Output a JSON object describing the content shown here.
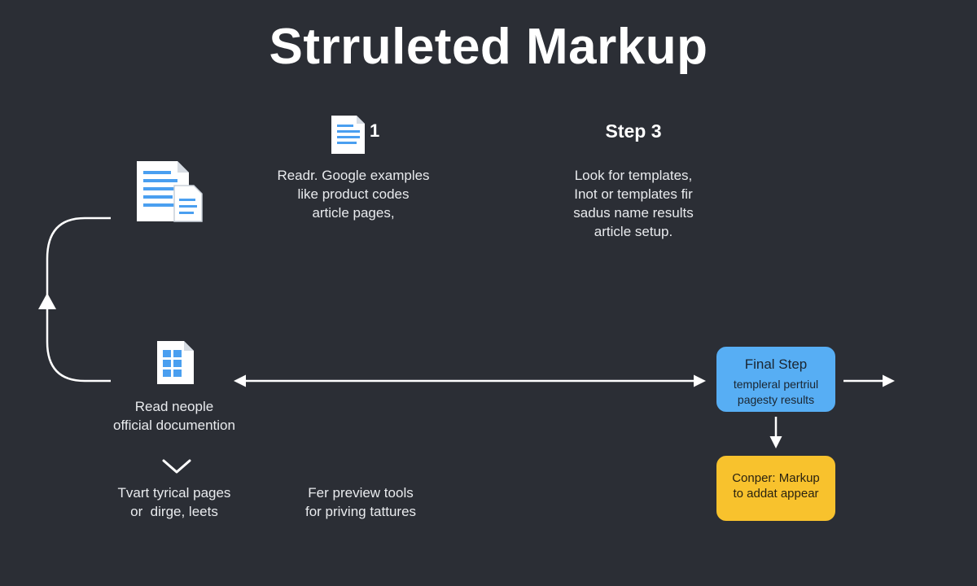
{
  "title": "Strruleted Markup",
  "step1": {
    "number": "1",
    "lines": [
      "Readr. Google examples",
      "like product codes",
      "article pages,"
    ]
  },
  "step3": {
    "heading": "Step 3",
    "lines": [
      "Look for templates,",
      "Inot or templates fir",
      "sadus name results",
      "article setup."
    ]
  },
  "docs": {
    "lines": [
      "Read neople",
      "official documention"
    ]
  },
  "bottom_left": {
    "lines": [
      "Tvart tyrical pages",
      "or  dirge, leets"
    ]
  },
  "bottom_mid": {
    "lines": [
      "Fer preview tools",
      "for priving tattures"
    ]
  },
  "final_step": {
    "title": "Final Step",
    "lines": [
      "templeral pertriul",
      "pagesty results"
    ],
    "color": "#57aef4"
  },
  "corner_box": {
    "lines": [
      "Conper: Markup",
      "to addat appear"
    ],
    "color": "#f8c22d"
  },
  "colors": {
    "background": "#2b2e35",
    "connector": "#ffffff",
    "document_icon_blue": "#4a9ff0"
  },
  "icons": [
    "documents-icon",
    "document-icon",
    "grid-document-icon",
    "chevron-down-icon"
  ]
}
